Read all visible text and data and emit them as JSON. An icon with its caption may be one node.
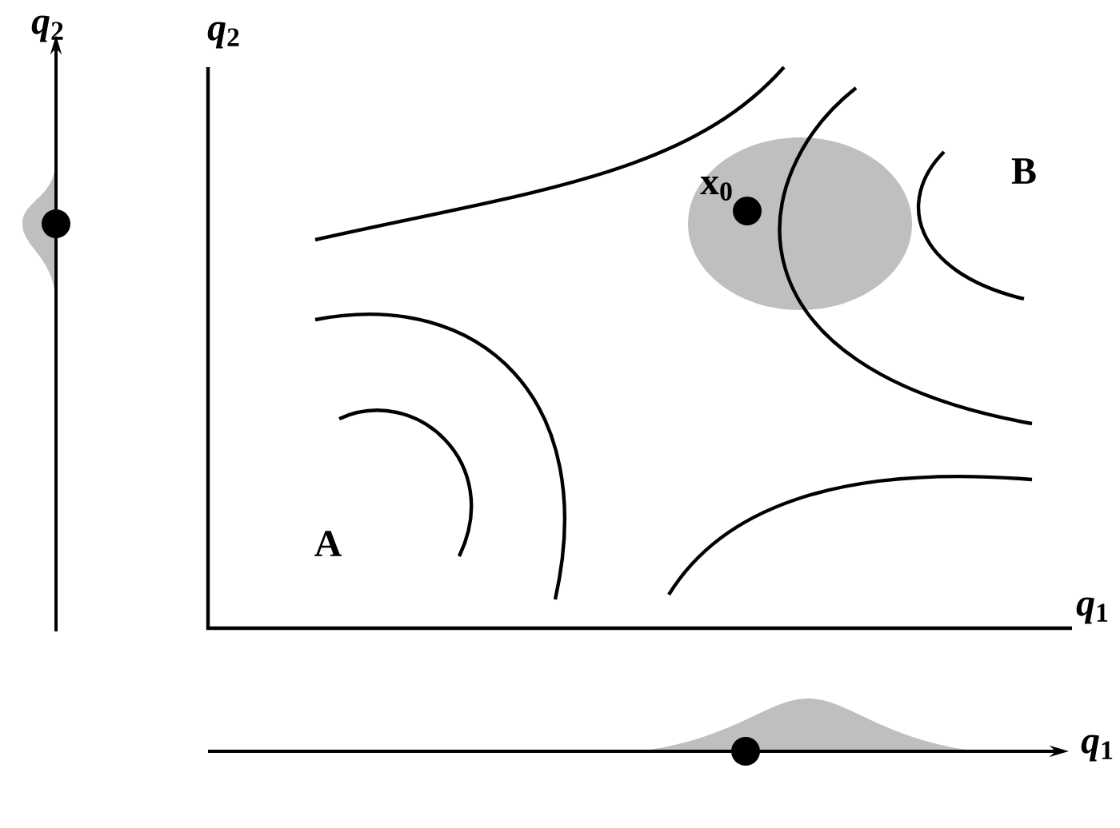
{
  "diagram": {
    "labels": [
      "*q*$_{2}$",
      "*q*$_{2}$",
      "x$_{0}$",
      "B",
      "A",
      "*q*$_{1}$",
      "*q*$_{1}$"
    ]
  }
}
